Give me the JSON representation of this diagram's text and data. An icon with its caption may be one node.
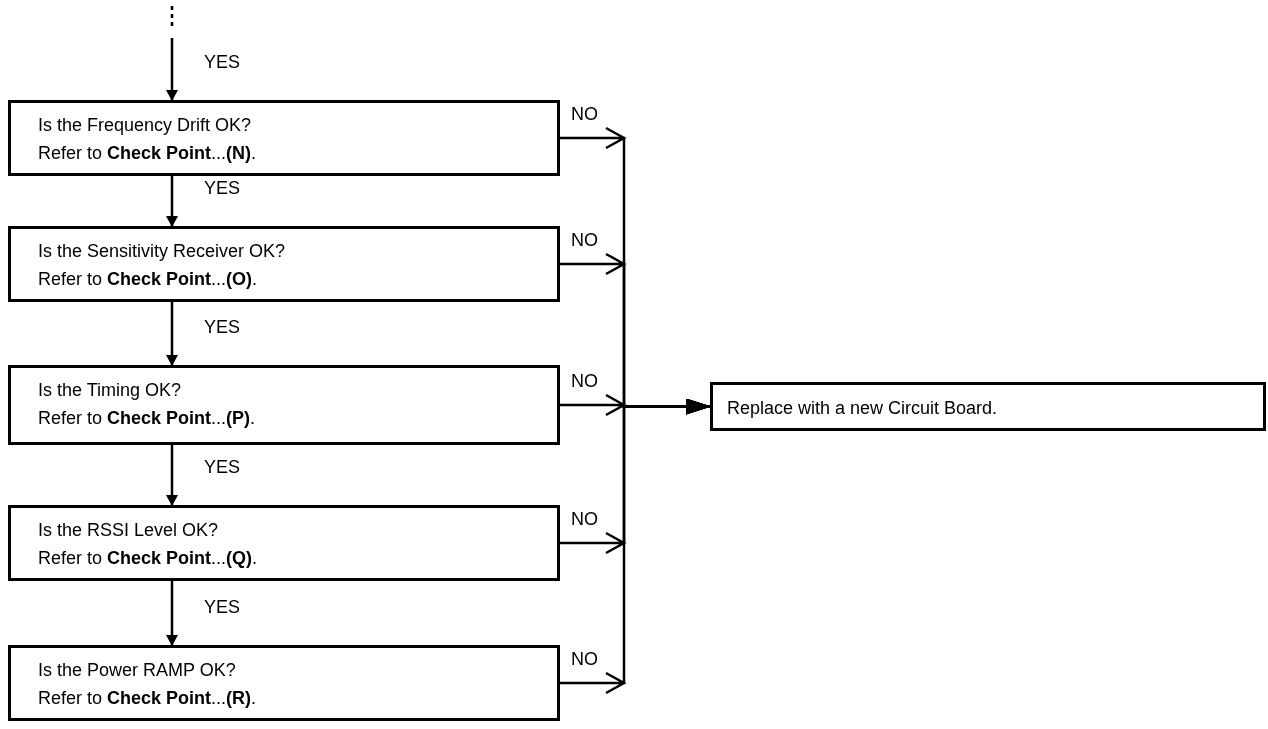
{
  "diagram": {
    "nodes": [
      {
        "text": [
          "Is the Frequency Drift OK?",
          "Refer to **Check Point**...**(N)**."
        ]
      },
      {
        "text": [
          "Is the Sensitivity Receiver OK?",
          "Refer to **Check Point**...**(O)**."
        ]
      },
      {
        "text": [
          "Is the Timing OK?",
          "Refer to **Check Point**...**(P)**."
        ]
      },
      {
        "text": [
          "Is the RSSI Level OK?",
          "Refer to **Check Point**...**(Q)**."
        ]
      },
      {
        "text": [
          "Is the Power RAMP OK?",
          "Refer to **Check Point**...**(R)**."
        ]
      },
      {
        "text": [
          "Replace with a new Circuit Board."
        ]
      }
    ],
    "edges": [
      {
        "from": null,
        "to": 0,
        "arrow": "to",
        "label": "YES"
      },
      {
        "from": 0,
        "to": 1,
        "arrow": "to",
        "label": "YES"
      },
      {
        "from": 1,
        "to": 2,
        "arrow": "to",
        "label": "YES"
      },
      {
        "from": 2,
        "to": 3,
        "arrow": "to",
        "label": "YES"
      },
      {
        "from": 3,
        "to": 4,
        "arrow": "to",
        "label": "YES"
      },
      {
        "from": 0,
        "to": 5,
        "arrow": "to",
        "label": "NO"
      },
      {
        "from": 1,
        "to": 5,
        "arrow": "to",
        "label": "NO"
      },
      {
        "from": 2,
        "to": 5,
        "arrow": "to",
        "label": "NO"
      },
      {
        "from": 3,
        "to": 5,
        "arrow": "to",
        "label": "NO"
      },
      {
        "from": 4,
        "to": 5,
        "arrow": "to",
        "label": "NO"
      }
    ]
  }
}
